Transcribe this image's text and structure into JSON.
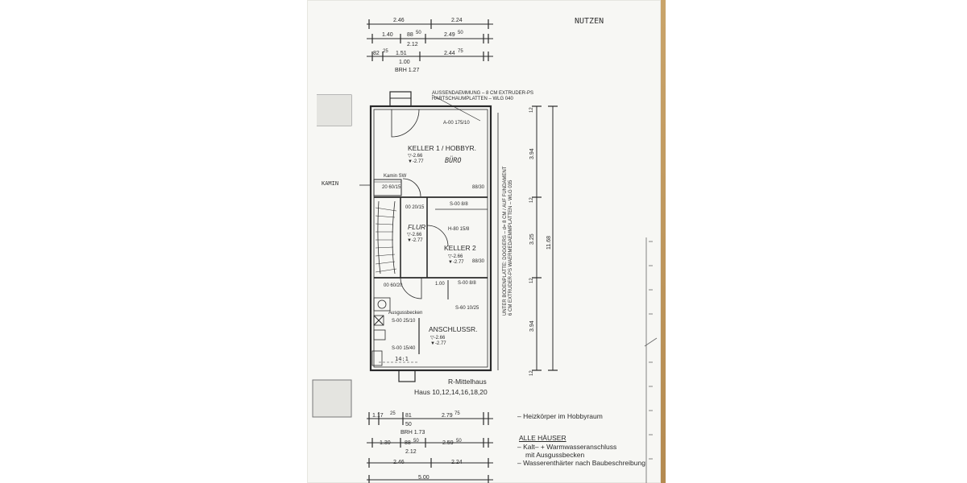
{
  "header": {
    "note": "NUTZEN"
  },
  "top_dims": {
    "row1": [
      "2.46",
      "2.24"
    ],
    "row2": [
      "1.40",
      "88",
      "50",
      "2.49",
      "50"
    ],
    "row2_sub": "2.12",
    "row3": [
      "82",
      "25",
      "1.51",
      "2.44",
      "75"
    ],
    "row3_sub": "1.00",
    "row3_brh": "BRH 1.27"
  },
  "insulation_note": [
    "AUSSENDAEMMUNG – 8 CM EXTRUDER-PS",
    "HARTSCHAUMPLATTEN – WLG 040"
  ],
  "window_note": "A-00 175/10",
  "rooms": {
    "keller1": {
      "label": "KELLER 1 / HOBBYR.",
      "level1": "▽-2.66",
      "level2": "▼-2.77",
      "note": "BÜRO"
    },
    "kamin": "Kamin SW",
    "flur": {
      "label": "FLUR",
      "level1": "▽-2.66",
      "level2": "▼-2.77"
    },
    "keller2": {
      "label": "KELLER 2",
      "level1": "▽-2.66",
      "level2": "▼-2.77"
    },
    "anschluss": {
      "label": "ANSCHLUSSR.",
      "level1": "▽-2.66",
      "level2": "▼-2.77"
    },
    "ausguss": "Ausgussbecken"
  },
  "small_labels": [
    "20 60/15",
    "00 20/15",
    "88/30",
    "S-00 8/8",
    "H-80 15/8",
    "88/30",
    "00 60/20",
    "1.00",
    "S-00 8/8",
    "S-60 10/25",
    "S-00 25/10",
    "S-00 15/40",
    "14:1"
  ],
  "margin_note": "KAMIN",
  "vertical_note": [
    "UNTER BODENPLATTE: DOGGERS – d= 8 CM / AUF FUNDAMENT",
    "6 CM EXTRUDER-PS WAERMEDAEMMPLATTEN – WLG 035"
  ],
  "right_dims": [
    "12",
    "3.94",
    "12",
    "3.25",
    "12",
    "3.94",
    "12",
    "11.68"
  ],
  "caption": {
    "line1": "R-Mittelhaus",
    "line2": "Haus 10,12,14,16,18,20"
  },
  "bottom_dims": {
    "row1": [
      "1.17",
      "25",
      "81",
      "2.79",
      "75"
    ],
    "row1_sub": "50",
    "row1_brh": "BRH 1.73",
    "row2": [
      "1.30",
      "88",
      "50",
      "2.59",
      "50"
    ],
    "row2_sub": "2.12",
    "row3": [
      "2.46",
      "2.24"
    ],
    "row4": "5.00"
  },
  "notes": {
    "heater": "– Heizkörper im Hobbyraum",
    "title": "ALLE HÄUSER",
    "items": [
      "– Kalt– + Warmwasseranschluss",
      "mit Ausgussbecken",
      "– Wasserenthärter nach Baubeschreibung"
    ]
  }
}
